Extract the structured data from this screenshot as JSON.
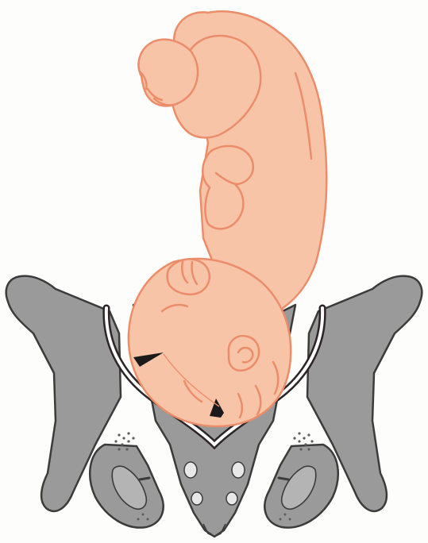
{
  "figure": {
    "labels": [],
    "colors": {
      "background": "#fdfdfc",
      "fetus_skin": "#f8c4a8",
      "fetus_outline": "#ec8d6a",
      "pelvis_fill": "#9a9a9a",
      "pelvis_outline": "#3b3b3b",
      "pelvis_texture": "#5c5c5c",
      "inlet_line_dark": "#2c2426",
      "inlet_line_light": "#ffffff",
      "fontanelle": "#1a1a1a"
    },
    "components": [
      "fetus-head",
      "fetus-body",
      "fetus-arm",
      "fetus-foot",
      "fetus-ear",
      "anterior-fontanelle",
      "posterior-fontanelle",
      "pelvis",
      "sacrum",
      "pelvic-inlet-line"
    ]
  }
}
